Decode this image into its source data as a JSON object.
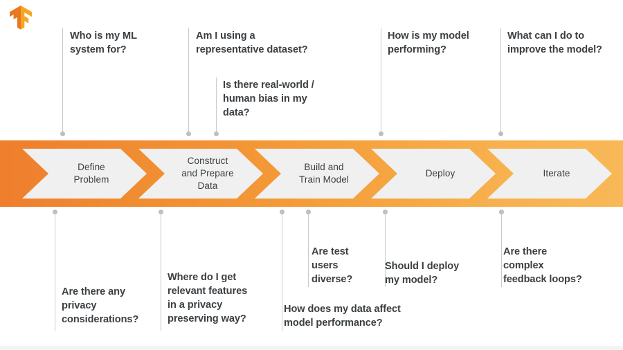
{
  "brand": {
    "logo_name": "tensorflow-logo",
    "color_light": "#f5a623",
    "color_dark": "#e8771f"
  },
  "colors": {
    "bar_start": "#ef7e2d",
    "bar_end": "#f8b857",
    "chevron_fill": "#f0f0f0",
    "text": "#3c4043",
    "connector": "#c8c9cb"
  },
  "process": {
    "steps": [
      {
        "label": "Define\nProblem"
      },
      {
        "label": "Construct\nand Prepare\nData"
      },
      {
        "label": "Build and\nTrain Model"
      },
      {
        "label": "Deploy"
      },
      {
        "label": "Iterate"
      }
    ]
  },
  "questions_above": [
    {
      "text": "Who is my ML\nsystem for?"
    },
    {
      "text": "Am I using a\nrepresentative dataset?"
    },
    {
      "text": "Is there real-world /\nhuman bias in my\ndata?"
    },
    {
      "text": "How is my model\nperforming?"
    },
    {
      "text": "What can I do to\nimprove the model?"
    }
  ],
  "questions_below": [
    {
      "text": "Are there any\nprivacy\nconsiderations?"
    },
    {
      "text": "Where do I get\nrelevant features\nin a privacy\npreserving way?"
    },
    {
      "text": "Are test\nusers\ndiverse?"
    },
    {
      "text": "How does my data affect\nmodel performance?"
    },
    {
      "text": "Should I deploy\nmy model?"
    },
    {
      "text": "Are there\ncomplex\nfeedback loops?"
    }
  ]
}
